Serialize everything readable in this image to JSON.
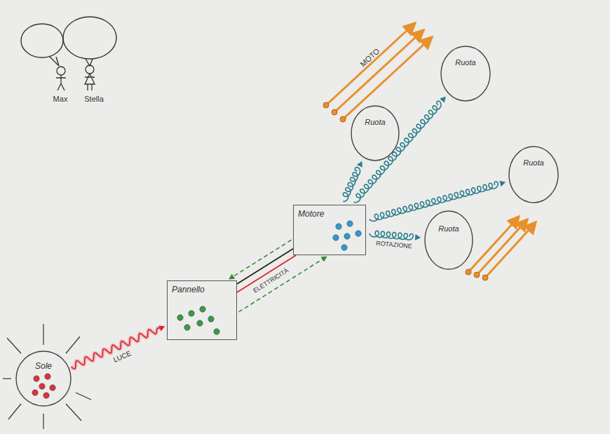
{
  "diagram": {
    "nodes": [
      {
        "text": [
          "Sole"
        ]
      },
      {
        "text": [
          "Pannello"
        ]
      },
      {
        "text": [
          "Motore"
        ]
      },
      {
        "text": [
          "Ruota"
        ]
      },
      {
        "text": [
          "Ruota"
        ]
      },
      {
        "text": [
          "Ruota"
        ]
      },
      {
        "text": [
          "Ruota"
        ]
      }
    ],
    "edges": [
      {
        "from": 0,
        "to": 1,
        "arrow": "to",
        "label": "LUCE"
      },
      {
        "from": 1,
        "to": 2,
        "arrow": "none"
      },
      {
        "from": 1,
        "to": 2,
        "arrow": "none",
        "label": "ELETTRICITÀ"
      },
      {
        "from": 2,
        "to": 4,
        "arrow": "to"
      },
      {
        "from": 2,
        "to": 3,
        "arrow": "to"
      },
      {
        "from": 2,
        "to": 5,
        "arrow": "to"
      },
      {
        "from": 2,
        "to": 6,
        "arrow": "to",
        "label": "ROTAZIONE"
      }
    ],
    "labels": [
      "Max",
      "Stella",
      "MOTO"
    ]
  }
}
